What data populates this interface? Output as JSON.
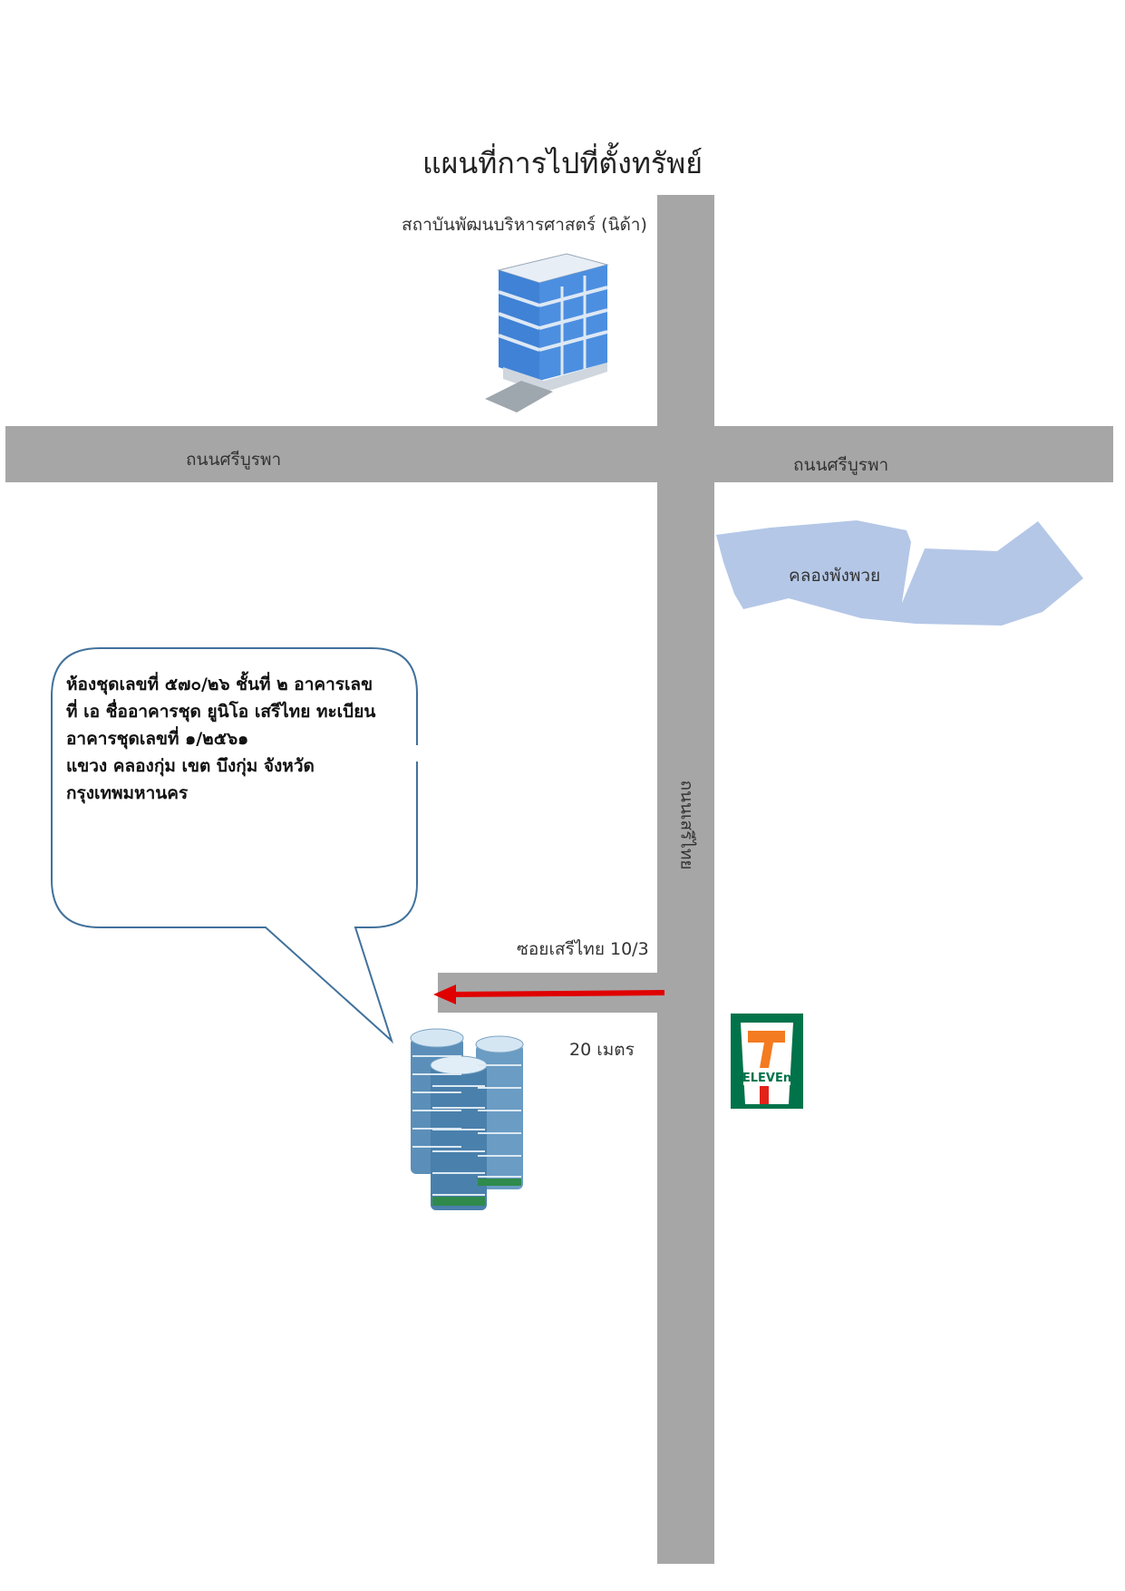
{
  "title": "แผนที่การไปที่ตั้งทรัพย์",
  "landmarks": {
    "nida_label": "สถาบันพัฒนบริหารศาสตร์ (นิด้า)",
    "canal_label": "คลองพังพวย",
    "seven_eleven_icon": "seven-eleven-logo"
  },
  "roads": {
    "main_road_left": "ถนนศรีบูรพา",
    "main_road_right": "ถนนศรีบูรพา",
    "vertical_road": "ถนนเสรีไทย",
    "soi": "ซอยเสรีไทย 10/3",
    "distance": "20 เมตร"
  },
  "callout": {
    "lines": [
      "ห้องชุดเลขที่ ๕๗๐/๒๖ ชั้นที่ ๒ อาคารเลข",
      "ที่ เอ ชื่ออาคารชุด ยูนิโอ เสรีไทย ทะเบียน",
      "อาคารชุดเลขที่ ๑/๒๕๖๑",
      "แขวง คลองกุ่ม เขต บึงกุ่ม จังหวัด",
      "กรุงเทพมหานคร"
    ]
  },
  "colors": {
    "road": "#a6a6a6",
    "canal": "#b4c7e7",
    "arrow": "#e00000",
    "callout_border": "#41719c"
  }
}
